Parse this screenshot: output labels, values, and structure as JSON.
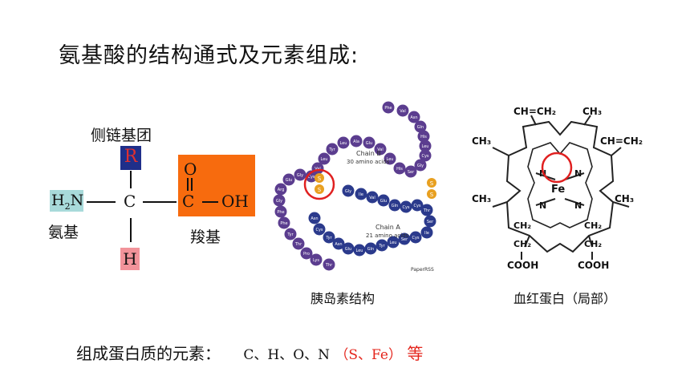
{
  "title": "氨基酸的结构通式及元素组成:",
  "formula": {
    "side_chain_label": "侧链基团",
    "R": "R",
    "C": "C",
    "H": "H",
    "O": "O",
    "OH": "OH",
    "amino_H": "H",
    "amino_sub": "2",
    "amino_N": "N",
    "amino_label": "氨基",
    "carboxyl_label": "羧基",
    "colors": {
      "R_box": "#1f2f8a",
      "H_box": "#f2939a",
      "amino_box": "#a8dada",
      "carboxyl_box": "#f76b0e"
    }
  },
  "insulin": {
    "caption": "胰岛素结构",
    "chain_b_title": "Chain B",
    "chain_b_sub": "30 amino acids",
    "chain_a_title": "Chain A",
    "chain_a_sub": "21 amino acids",
    "watermark": "PaperRSS",
    "chain_b": [
      "Phe",
      "Val",
      "Asn",
      "Gln",
      "His",
      "Leu",
      "Cys",
      "Gly",
      "Ser",
      "His",
      "Leu",
      "Val",
      "Glu",
      "Ala",
      "Leu",
      "Tyr",
      "Leu",
      "Val",
      "Cys",
      "Gly",
      "Glu",
      "Arg",
      "Gly",
      "Phe",
      "Phe",
      "Tyr",
      "Thr",
      "Pro",
      "Lys",
      "Thr"
    ],
    "chain_a": [
      "Gly",
      "Ile",
      "Val",
      "Glu",
      "Gln",
      "Cys",
      "Cys",
      "Thr",
      "Ser",
      "Ile",
      "Cys",
      "Ser",
      "Leu",
      "Tyr",
      "Gln",
      "Leu",
      "Glu",
      "Asn",
      "Tyr",
      "Cys",
      "Asn"
    ],
    "colors": {
      "chain_b": "#5b3d8f",
      "chain_a": "#2b3a8c",
      "disulfide": "#e8a020",
      "circle": "#e02020"
    }
  },
  "heme": {
    "caption": "血红蛋白（局部）",
    "top_vinyl": "CH=CH₂",
    "top_methyl": "CH₃",
    "left_top_methyl": "CH₃",
    "right_vinyl": "CH=CH₂",
    "left_methyl": "CH₃",
    "right_methyl": "CH₃",
    "fe": "Fe",
    "n": "N",
    "ch2": "CH₂",
    "cooh": "COOH"
  },
  "composition": {
    "label": "组成蛋白质的元素：",
    "elements": "C、H、O、N",
    "extra": "（S、Fe）",
    "suffix": "等"
  }
}
